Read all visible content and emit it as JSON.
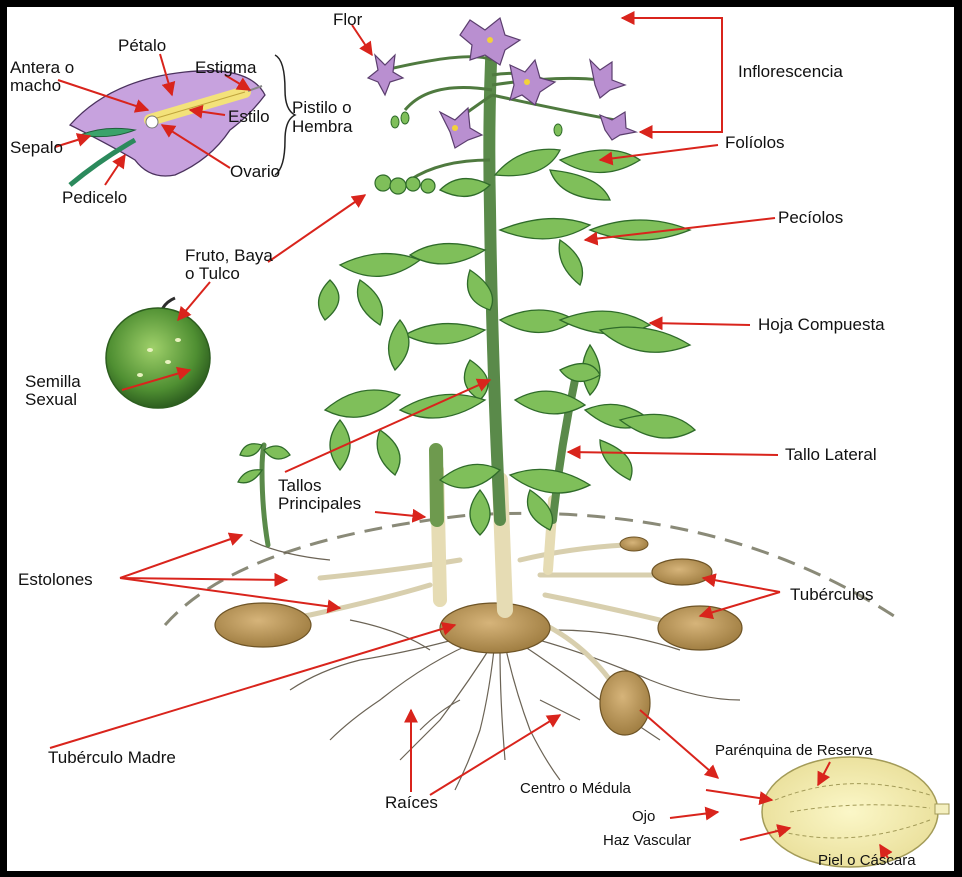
{
  "diagram": {
    "flower_inset": {
      "petalo": "Pétalo",
      "antera_line1": "Antera o",
      "antera_line2": "macho",
      "estigma": "Estigma",
      "estilo": "Estilo",
      "pistilo_line1": "Pistilo o",
      "pistilo_line2": "Hembra",
      "sepalo": "Sepalo",
      "ovario": "Ovario",
      "pedicelo": "Pedicelo"
    },
    "labels": {
      "flor": "Flor",
      "inflorescencia": "Inflorescencia",
      "foliolos": "Folíolos",
      "peciolos": "Pecíolos",
      "fruto_line1": "Fruto, Baya",
      "fruto_line2": "o Tulco",
      "hoja_compuesta": "Hoja Compuesta",
      "semilla_line1": "Semilla",
      "semilla_line2": "Sexual",
      "tallo_lateral": "Tallo Lateral",
      "tallos_line1": "Tallos",
      "tallos_line2": "Principales",
      "estolones": "Estolones",
      "tuberculos": "Tubérculos",
      "tuberculo_madre": "Tubérculo Madre",
      "raices": "Raíces"
    },
    "tuber_section": {
      "parenquima": "Parénquina de Reserva",
      "centro": "Centro o Médula",
      "ojo": "Ojo",
      "haz": "Haz Vascular",
      "piel": "Piel o Cáscara"
    },
    "colors": {
      "arrow": "#d9241c",
      "leaf": "#7fbf5a",
      "leaf_dark": "#2f6b2a",
      "petal": "#b98fd0",
      "tuber": "#b8965a",
      "stem": "#5a8a4a",
      "soil_line": "#8a8a78"
    }
  }
}
